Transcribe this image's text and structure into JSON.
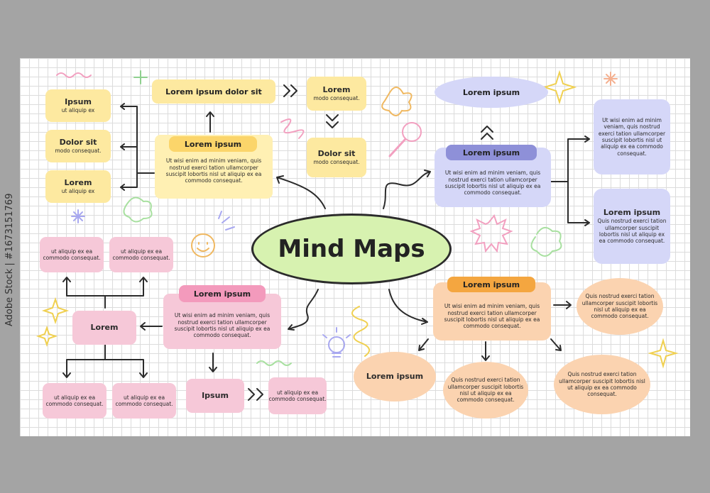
{
  "center": {
    "title": "Mind Maps"
  },
  "watermark": "Adobe Stock | #1673151769",
  "colors": {
    "yellow": "#fde9a0",
    "pink": "#f6c8d8",
    "blue": "#d5d7f8",
    "orange": "#fbd3b0",
    "green": "#d7f2b0"
  },
  "yellow": {
    "top_title": "Lorem ipsum dolor sit",
    "main_tag": "Lorem ipsum",
    "main_text": "Ut wisi enim ad minim veniam, quis nostrud exerci tation ullamcorper suscipit lobortis nisl ut aliquip ex ea commodo consequat.",
    "left": [
      {
        "title": "Ipsum",
        "text": "ut aliquip ex"
      },
      {
        "title": "Dolor sit",
        "text": "modo consequat."
      },
      {
        "title": "Lorem",
        "text": "ut aliquip ex"
      }
    ],
    "right": [
      {
        "title": "Lorem",
        "text": "modo consequat."
      },
      {
        "title": "Dolor sit",
        "text": "modo consequat."
      }
    ]
  },
  "blue": {
    "top_title": "Lorem ipsum",
    "main_tag": "Lorem ipsum",
    "main_text": "Ut wisi enim ad minim veniam, quis nostrud exerci tation ullamcorper suscipit lobortis nisl ut aliquip ex ea commodo consequat.",
    "right_top_text": "Ut wisi enim ad minim veniam, quis nostrud exerci tation ullamcorper suscipit lobortis nisl ut aliquip ex ea commodo consequat.",
    "right_bottom_title": "Lorem ipsum",
    "right_bottom_text": "Quis nostrud exerci tation ullamcorper suscipit lobortis nisl ut aliquip ex ea commodo consequat."
  },
  "pink": {
    "main_tag": "Lorem ipsum",
    "main_text": "Ut wisi enim ad minim veniam, quis nostrud exerci tation ullamcorper suscipit lobortis nisl ut aliquip ex ea commodo consequat.",
    "hub": "Lorem",
    "small_text": "ut aliquip ex ea commodo consequat.",
    "ipsum": "Ipsum",
    "ipsum_text": "ut aliquip ex ea commodo consequat."
  },
  "orange": {
    "main_tag": "Lorem ipsum",
    "main_text": "Ut wisi enim ad minim veniam, quis nostrud exerci tation ullamcorper suscipit lobortis nisl ut aliquip ex ea commodo consequat.",
    "oval_title": "Lorem ipsum",
    "oval_text": "Quis nostrud exerci tation ullamcorper suscipit lobortis nisl ut aliquip ex ea commodo consequat."
  }
}
